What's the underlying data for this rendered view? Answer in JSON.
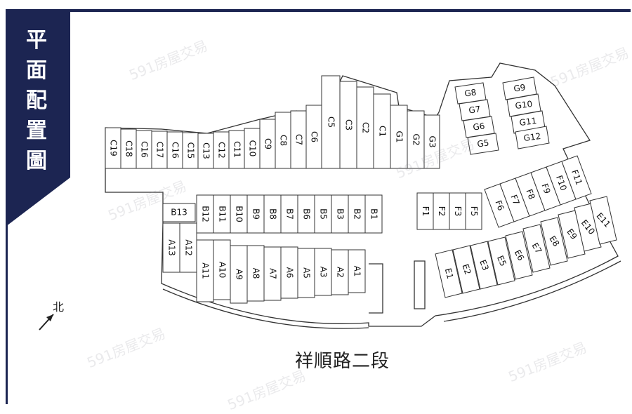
{
  "banner": {
    "chars": [
      "平",
      "面",
      "配",
      "置",
      "圖"
    ]
  },
  "street": "祥順路二段",
  "north": "北",
  "watermark": "591房屋交易",
  "colors": {
    "navy": "#1c2552",
    "line": "#333333",
    "paper": "#ffffff"
  },
  "spaces": {
    "C": [
      "C19",
      "C18",
      "C16",
      "C17",
      "C16",
      "C15",
      "C13",
      "C12",
      "C11",
      "C10",
      "C9",
      "C8",
      "C7",
      "C6",
      "C5",
      "C3",
      "C2",
      "C1",
      "G1",
      "G2",
      "G3"
    ],
    "B": [
      "B12",
      "B11",
      "B10",
      "B9",
      "B8",
      "B7",
      "B6",
      "B5",
      "B3",
      "B2",
      "B1"
    ],
    "B13": "B13",
    "A_side": [
      "A13",
      "A12"
    ],
    "A": [
      "A11",
      "A10",
      "A9",
      "A8",
      "A7",
      "A6",
      "A5",
      "A3",
      "A2",
      "A1"
    ],
    "F_mid": [
      "F1",
      "F2",
      "F3",
      "F5"
    ],
    "F_diag": [
      "F6",
      "F7",
      "F8",
      "F9",
      "F10",
      "F11"
    ],
    "E": [
      "E1",
      "E2",
      "E3",
      "E5",
      "E6",
      "E7",
      "E8",
      "E9",
      "E10",
      "E11"
    ],
    "G_left": [
      "G8",
      "G7",
      "G6",
      "G5"
    ],
    "G_right": [
      "G9",
      "G10",
      "G11",
      "G12"
    ]
  }
}
